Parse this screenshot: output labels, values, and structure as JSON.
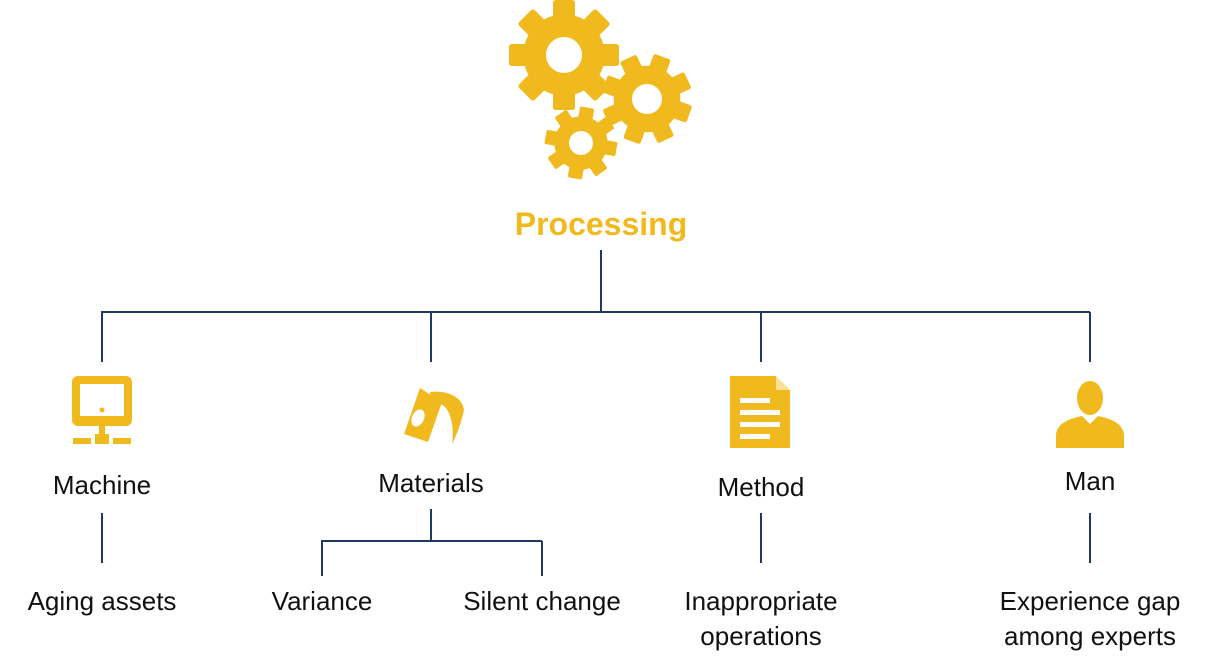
{
  "colors": {
    "accent": "#F0BA1E",
    "line": "#1F3864",
    "text": "#111111"
  },
  "root": {
    "label": "Processing",
    "icon": "gears-icon"
  },
  "categories": [
    {
      "label": "Machine",
      "icon": "computer-network-icon",
      "causes": [
        "Aging assets"
      ]
    },
    {
      "label": "Materials",
      "icon": "pouring-jug-icon",
      "causes": [
        "Variance",
        "Silent change"
      ]
    },
    {
      "label": "Method",
      "icon": "document-icon",
      "causes": [
        "Inappropriate operations"
      ]
    },
    {
      "label": "Man",
      "icon": "person-icon",
      "causes": [
        "Experience gap among experts"
      ]
    }
  ]
}
